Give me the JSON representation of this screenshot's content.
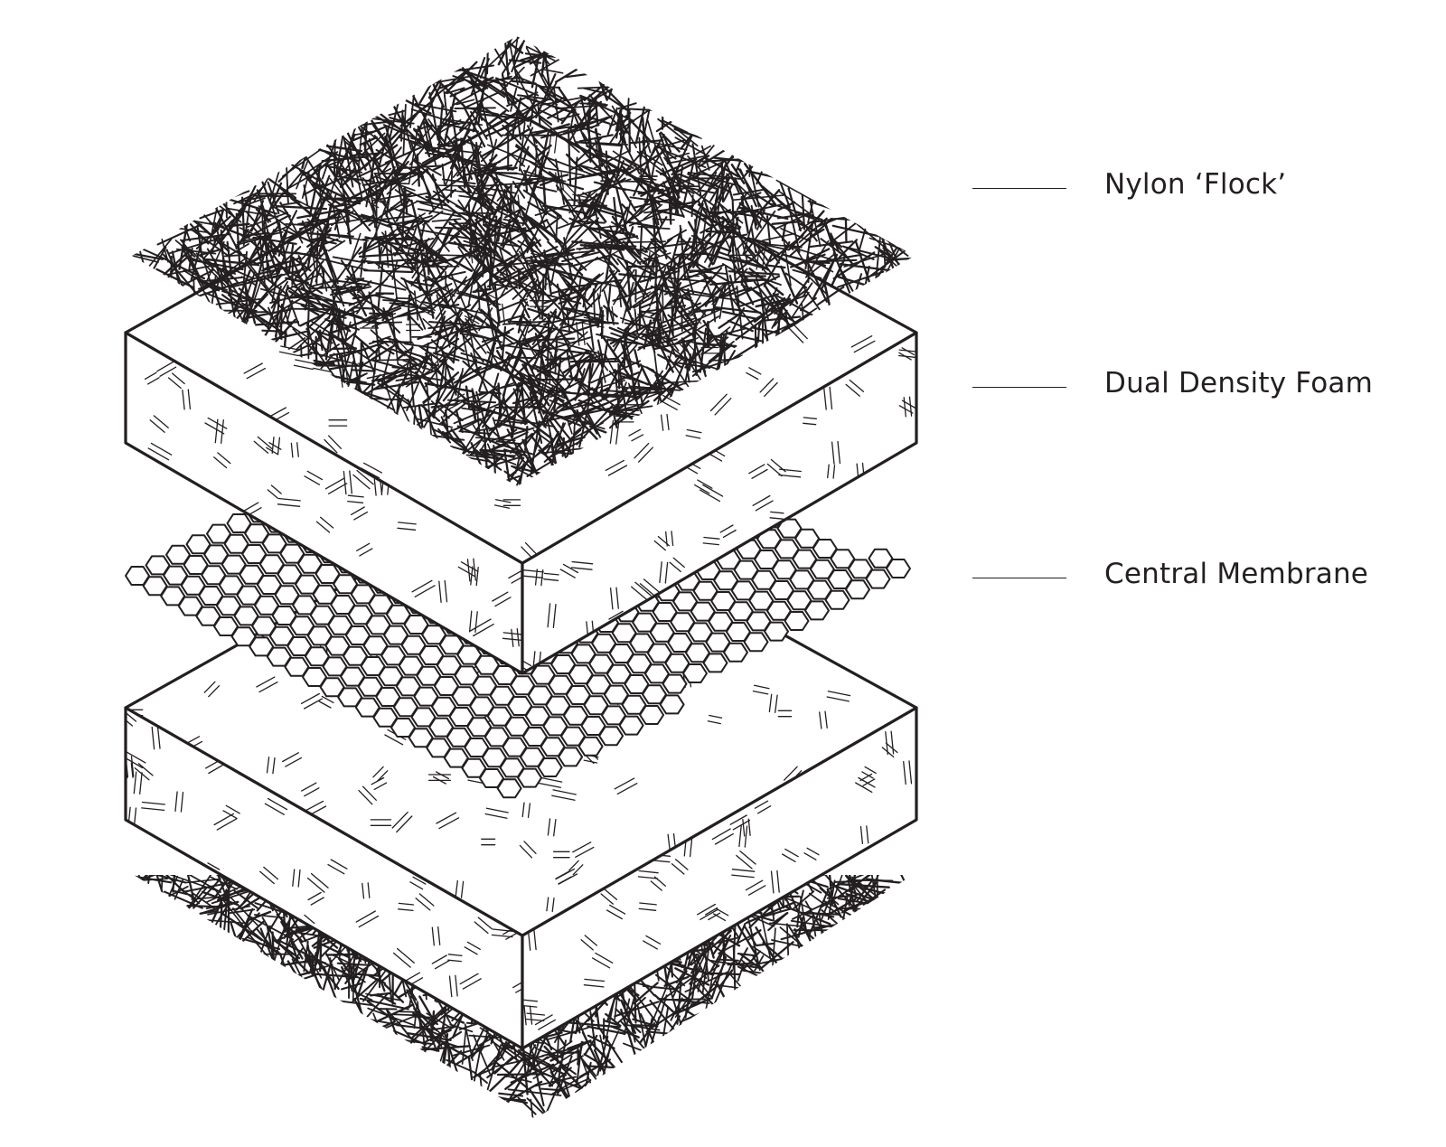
{
  "diagram": {
    "layers": [
      {
        "id": "nylon-flock",
        "label": "Nylon ‘Flock’"
      },
      {
        "id": "dual-density-foam",
        "label": "Dual Density Foam"
      },
      {
        "id": "central-membrane",
        "label": "Central Membrane"
      }
    ],
    "colors": {
      "stroke": "#231f20",
      "background": "#ffffff"
    }
  }
}
